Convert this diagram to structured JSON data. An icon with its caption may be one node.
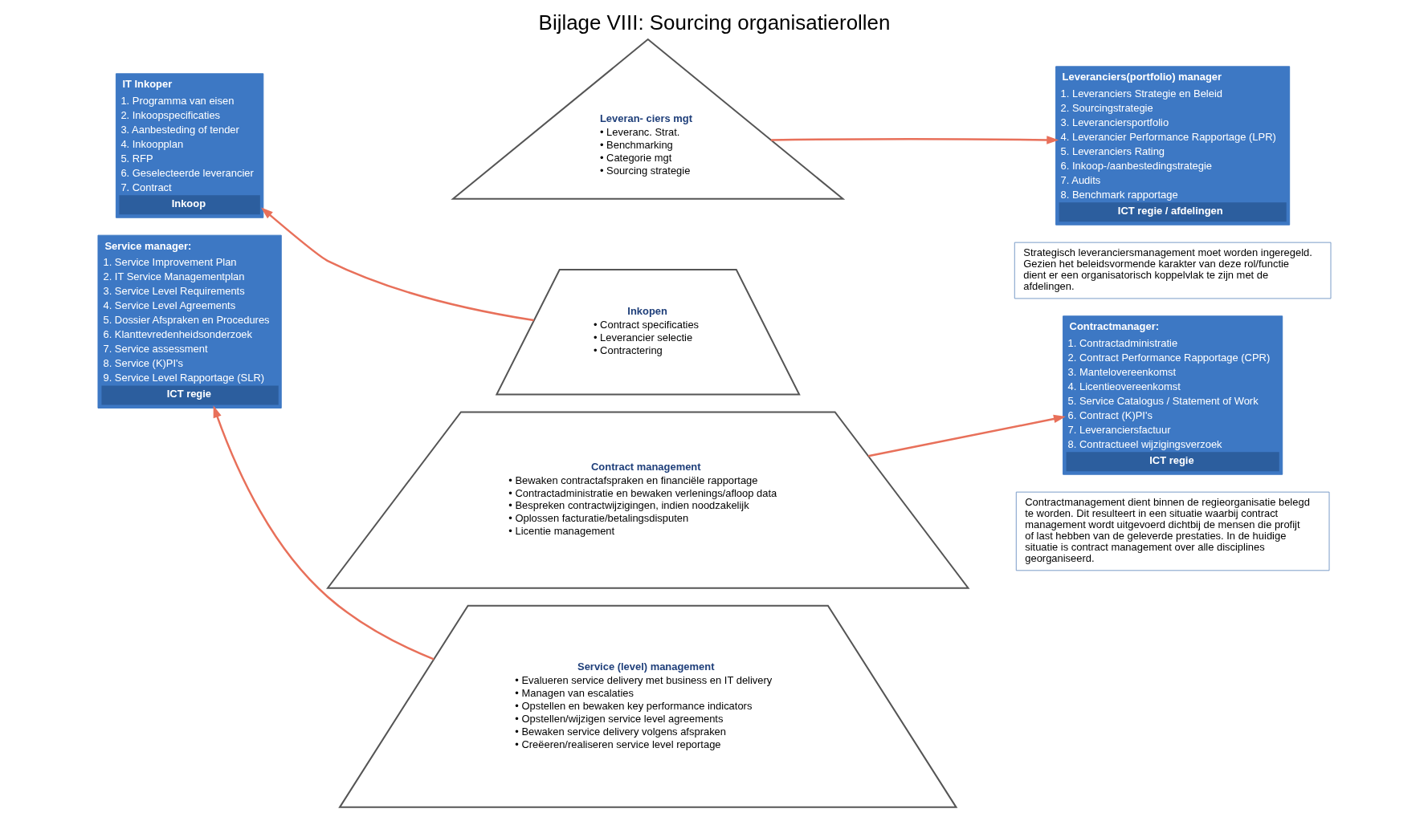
{
  "diagram": {
    "title": "Bijlage VIII: Sourcing organisatierollen",
    "nodes": [
      {
        "text": [
          "Leveran- ciers mgt",
          "• Leveranc. Strat.",
          "• Benchmarking",
          "• Categorie mgt",
          "• Sourcing strategie"
        ]
      },
      {
        "text": [
          "Inkopen",
          "• Contract specificaties",
          "• Leverancier selectie",
          "• Contractering"
        ]
      },
      {
        "text": [
          "Contract management",
          "• Bewaken contractafspraken en financiële rapportage",
          "• Contractadministratie en bewaken verlenings/afloop data",
          "• Bespreken contractwijzigingen, indien noodzakelijk",
          "• Oplossen facturatie/betalingsdisputen",
          "• Licentie management"
        ]
      },
      {
        "text": [
          "Service (level) management",
          "• Evalueren service delivery met business en IT delivery",
          "• Managen van escalaties",
          "• Opstellen en bewaken key performance indicators",
          "• Opstellen/wijzigen service level agreements",
          "• Bewaken service delivery volgens afspraken",
          "• Creëeren/realiseren service level reportage"
        ]
      },
      {
        "text": [
          "Leveranciers(portfolio) manager",
          "1. Leveranciers Strategie en Beleid",
          "2. Sourcingstrategie",
          "3. Leveranciersportfolio",
          "4. Leverancier Performance Rapportage (LPR)",
          "5. Leveranciers Rating",
          "6. Inkoop-/aanbestedingstrategie",
          "7. Audits",
          "8. Benchmark rapportage",
          "ICT regie / afdelingen"
        ]
      },
      {
        "text": [
          "Strategisch leveranciersmanagement moet worden ingeregeld. Gezien het beleidsvormende karakter van deze rol/functie dient er een organisatorisch koppelvlak te zijn met de afdelingen."
        ]
      },
      {
        "text": [
          "IT Inkoper",
          "1. Programma van eisen",
          "2. Inkoopspecificaties",
          "3. Aanbesteding of tender",
          "4. Inkoopplan",
          "5. RFP",
          "6. Geselecteerde leverancier",
          "7. Contract",
          "Inkoop"
        ]
      },
      {
        "text": [
          "Contractmanager:",
          "1. Contractadministratie",
          "2. Contract Performance Rapportage (CPR)",
          "3. Mantelovereenkomst",
          "4. Licentieovereenkomst",
          "5. Service Catalogus / Statement of Work",
          "6. Contract (K)PI's",
          "7. Leveranciersfactuur",
          "8. Contractueel wijzigingsverzoek",
          "ICT regie"
        ]
      },
      {
        "text": [
          "Contractmanagement dient binnen de regieorganisatie belegd te worden. Dit resulteert in een situatie waarbij contract management wordt uitgevoerd dichtbij de mensen die profijt of last hebben van de geleverde prestaties. In de huidige situatie is contract management over alle disciplines georganiseerd."
        ]
      },
      {
        "text": [
          "Service manager:",
          "1. Service Improvement Plan",
          "2. IT Service Managementplan",
          "3. Service Level Requirements",
          "4. Service Level Agreements",
          "5. Dossier Afspraken en Procedures",
          "6. Klanttevredenheidsonderzoek",
          "7. Service assessment",
          "8. Service (K)PI's",
          "9. Service Level Rapportage (SLR)",
          "ICT regie"
        ]
      }
    ],
    "edges": [
      {
        "from": 0,
        "to": 4,
        "arrow": "to"
      },
      {
        "from": 1,
        "to": 6,
        "arrow": "to"
      },
      {
        "from": 2,
        "to": 7,
        "arrow": "to"
      },
      {
        "from": 3,
        "to": 9,
        "arrow": "to"
      }
    ]
  }
}
